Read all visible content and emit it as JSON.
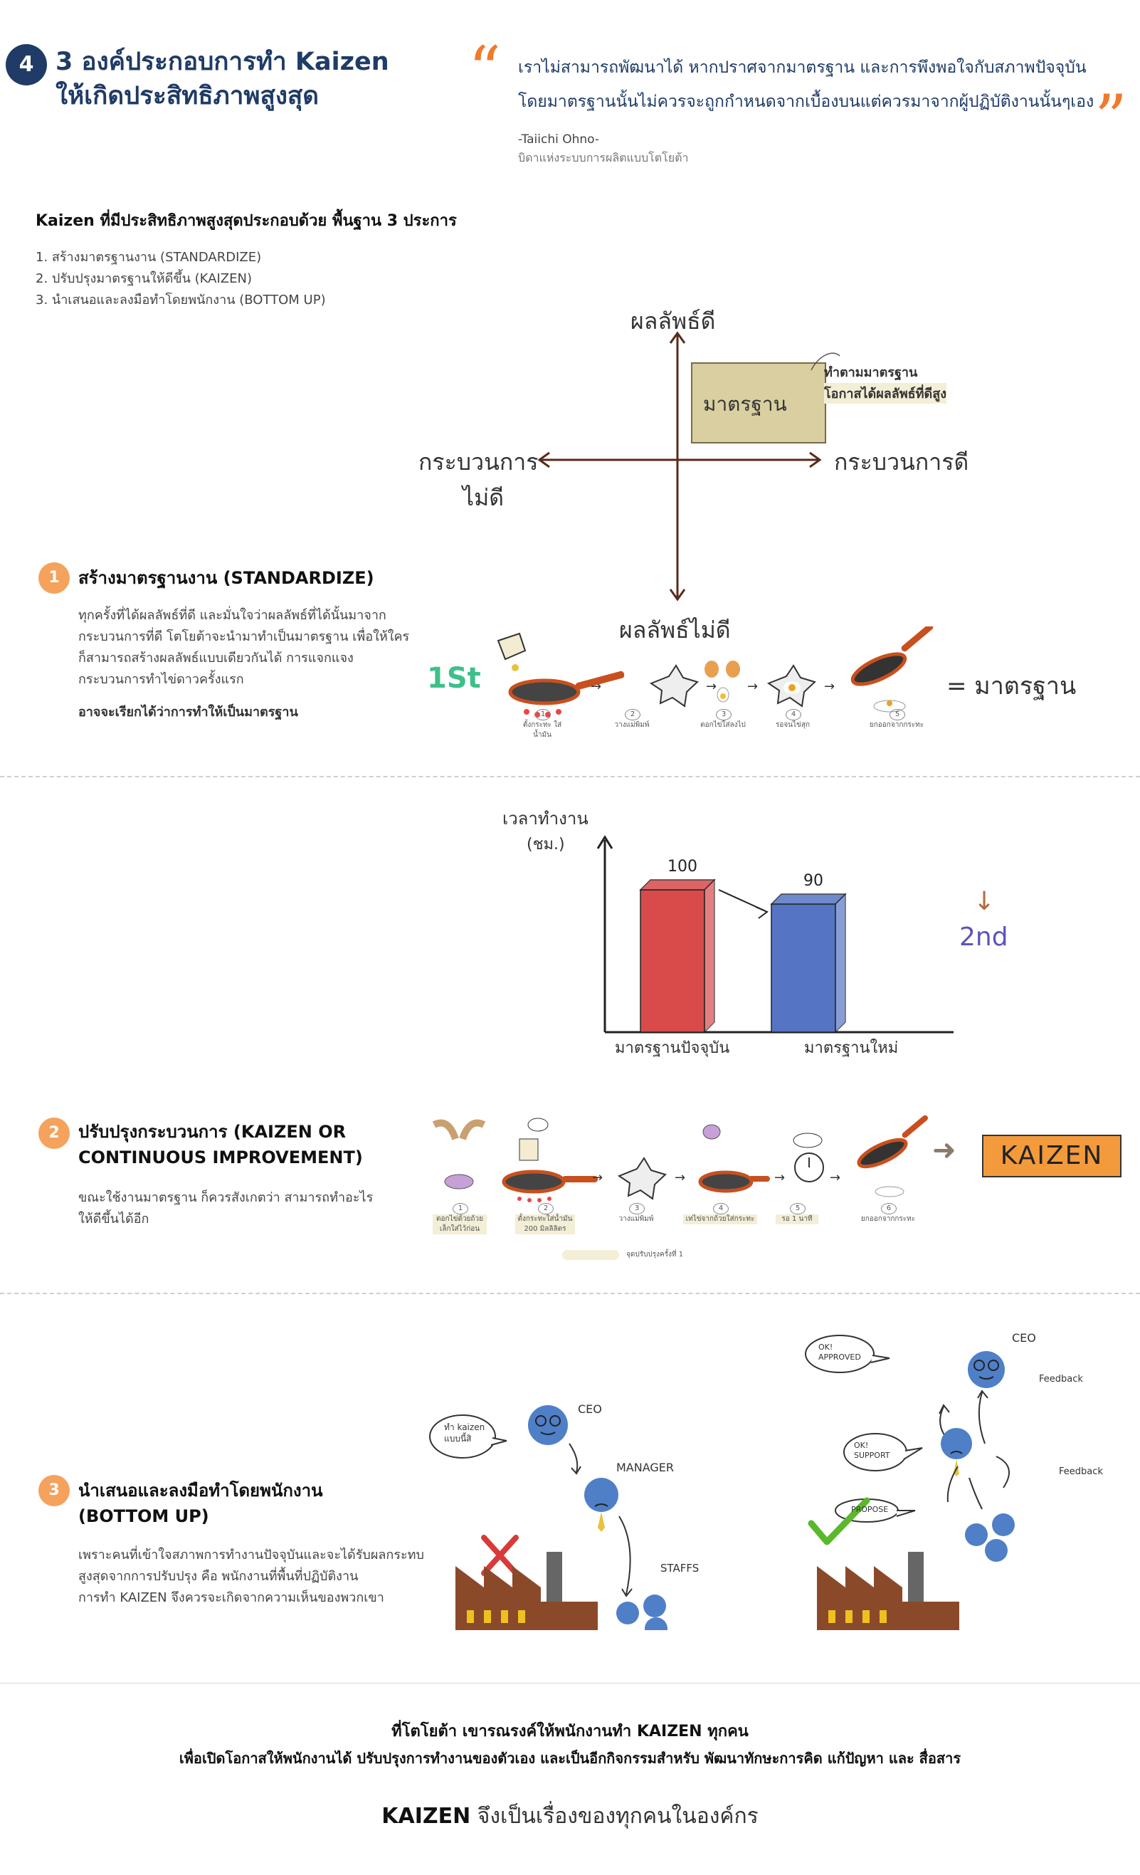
{
  "header": {
    "number": "4",
    "title_line1": "3 องค์ประกอบการทำ Kaizen",
    "title_line2": "ให้เกิดประสิทธิภาพสูงสุด",
    "quote_line1": "เราไม่สามารถพัฒนาได้ หากปราศจากมาตรฐาน และการพึงพอใจกับสภาพปัจจุบัน",
    "quote_line2": "โดยมาตรฐานนั้นไม่ควรจะถูกกำหนดจากเบื้องบนแต่ควรมาจากผู้ปฏิบัติงานนั้นๆเอง",
    "author": "-Taiichi Ohno-",
    "author_role": "บิดาแห่งระบบการผลิตแบบโตโยต้า"
  },
  "intro": {
    "heading": "Kaizen ที่มีประสิทธิภาพสูงสุดประกอบด้วย พื้นฐาน 3 ประการ",
    "items": [
      "1. สร้างมาตรฐานงาน (STANDARDIZE)",
      "2. ปรับปรุงมาตรฐานให้ดีขึ้น (KAIZEN)",
      "3. นำเสนอและลงมือทำโดยพนักงาน (BOTTOM UP)"
    ]
  },
  "quadrant": {
    "top": "ผลลัพธ์ดี",
    "bottom": "ผลลัพธ์ไม่ดี",
    "left_line1": "กระบวนการ",
    "left_line2": "ไม่ดี",
    "right": "กระบวนการดี",
    "box": "มาตรฐาน",
    "note_line1": "ทำตามมาตรฐาน",
    "note_line2": "โอกาสได้ผลลัพธ์ที่ดีสูง"
  },
  "step1": {
    "number": "1",
    "title": "สร้างมาตรฐานงาน (STANDARDIZE)",
    "body": [
      "ทุกครั้งที่ได้ผลลัพธ์ที่ดี และมั่นใจว่าผลลัพธ์ที่ได้นั้นมาจาก",
      "กระบวนการที่ดี โตโยต้าจะนำมาทำเป็นมาตรฐาน เพื่อให้ใคร",
      "ก็สามารถสร้างผลลัพธ์แบบเดียวกันได้ การแจกแจง",
      "กระบวนการทำไข่ดาวครั้งแรก"
    ],
    "emphasis": "อาจจะเรียกได้ว่าการทำให้เป็นมาตรฐาน",
    "first_label": "1St",
    "equals": "= มาตรฐาน",
    "captions": [
      "ตั้งกระทะ ใส่น้ำมัน",
      "วางแม่พิมพ์",
      "ตอกไข่ใส่ลงไป",
      "รอจนไข่สุก",
      "ยกออกจากกระทะ"
    ],
    "cap_nums": [
      "1",
      "2",
      "3",
      "4",
      "5"
    ]
  },
  "chart_data": {
    "type": "bar",
    "ylabel_line1": "เวลาทำงาน",
    "ylabel_line2": "(ชม.)",
    "categories": [
      "มาตรฐานปัจจุบัน",
      "มาตรฐานใหม่"
    ],
    "values": [
      100,
      90
    ],
    "value_labels": [
      "100",
      "90"
    ],
    "colors": [
      "#d94a4a",
      "#5575c4"
    ],
    "side_label": "2nd"
  },
  "step2": {
    "number": "2",
    "title_line1": "ปรับปรุงกระบวนการ (KAIZEN OR",
    "title_line2": "CONTINUOUS IMPROVEMENT)",
    "body": [
      "ขณะใช้งานมาตรฐาน ก็ควรสังเกตว่า สามารถทำอะไร",
      "ให้ดีขึ้นได้อีก"
    ],
    "kaizen_label": "KAIZEN",
    "captions": [
      "ตอกไข่ด้วยถ้วยเล็กใส่ไว้ก่อน",
      "ตั้งกระทะใส่น้ำมัน 200 มิลลิลิตร",
      "วางแม่พิมพ์",
      "เทไข่จากถ้วยใส่กระทะ",
      "รอ 1 นาที",
      "ยกออกจากกระทะ"
    ],
    "cap_nums": [
      "1",
      "2",
      "3",
      "4",
      "5",
      "6"
    ],
    "legend": "จุดปรับปรุงครั้งที่ 1"
  },
  "step3": {
    "number": "3",
    "title_line1": "นำเสนอและลงมือทำโดยพนักงาน",
    "title_line2": "(BOTTOM UP)",
    "body": [
      "เพราะคนที่เข้าใจสภาพการทำงานปัจจุบันและจะได้รับผลกระทบ",
      "สูงสุดจากการปรับปรุง คือ พนักงานที่พื้นที่ปฏิบัติงาน",
      "การทำ KAIZEN จึงควรจะเกิดจากความเห็นของพวกเขา"
    ],
    "left": {
      "ceo": "CEO",
      "manager": "MANAGER",
      "staffs": "STAFFS",
      "bubble_line1": "ทำ kaizen",
      "bubble_line2": "แบบนี้สิ"
    },
    "right": {
      "ceo": "CEO",
      "feedback1": "Feedback",
      "feedback2": "Feedback",
      "approved_line1": "OK!",
      "approved_line2": "APPROVED",
      "support_line1": "OK!",
      "support_line2": "SUPPORT",
      "propose": "PROPOSE"
    }
  },
  "footer": {
    "line1": "ที่โตโยต้า เขารณรงค์ให้พนักงานทำ KAIZEN ทุกคน",
    "line2": "เพื่อเปิดโอกาสให้พนักงานได้ ปรับปรุงการทำงานของตัวเอง และเป็นอีกกิจกรรมสำหรับ พัฒนาทักษะการคิด แก้ปัญหา และ สื่อสาร",
    "kaizen": "KAIZEN",
    "tail": "จึงเป็นเรื่องของทุกคนในองค์กร"
  }
}
